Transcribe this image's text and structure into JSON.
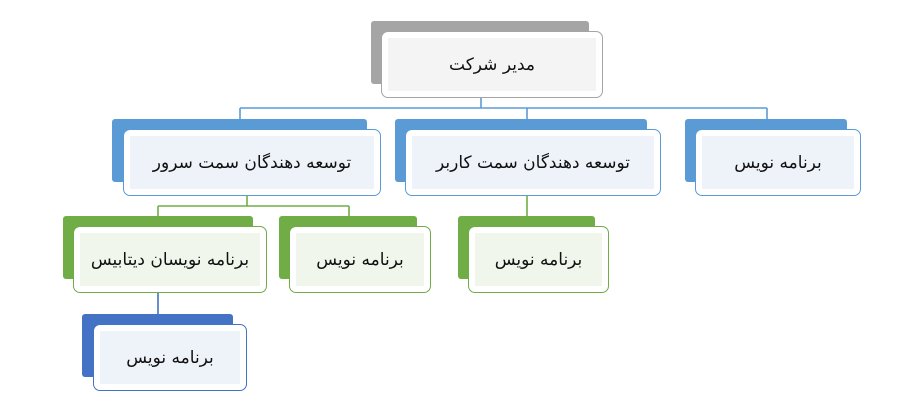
{
  "org_chart": {
    "root": {
      "label": "مدیر شرکت"
    },
    "level1": {
      "server_dev": {
        "label": "توسعه دهندگان سمت سرور"
      },
      "client_dev": {
        "label": "توسعه دهندگان سمت کاربر"
      },
      "programmer": {
        "label": "برنامه نویس"
      }
    },
    "level2": {
      "db_programmers": {
        "label": "برنامه نویسان دیتابیس"
      },
      "server_programmer": {
        "label": "برنامه نویس"
      },
      "client_programmer": {
        "label": "برنامه نویس"
      }
    },
    "level3": {
      "db_programmer": {
        "label": "برنامه نویس"
      }
    }
  },
  "colors": {
    "root": "#a5a5a5",
    "level1": "#5b9bd5",
    "level2": "#70ad47",
    "level3": "#4472c4"
  }
}
